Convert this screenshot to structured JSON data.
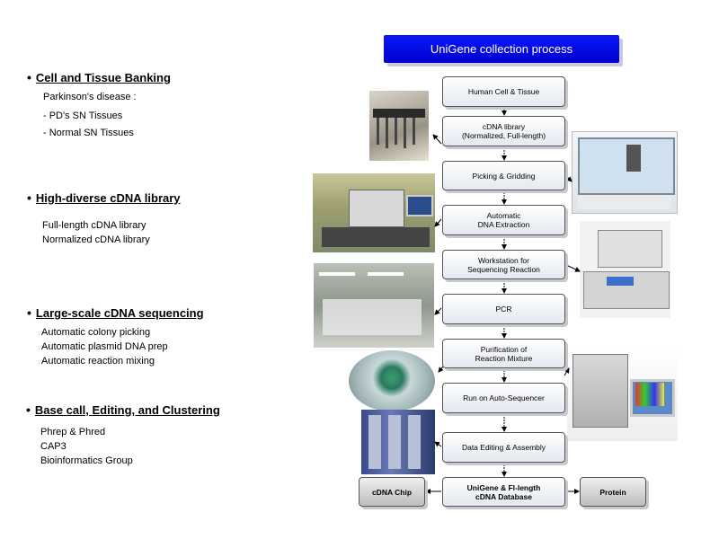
{
  "title": "UniGene collection process",
  "sections": [
    {
      "heading": "Cell and Tissue Banking",
      "items": [
        "Parkinson's disease :",
        "- PD's SN Tissues",
        "- Normal SN Tissues"
      ]
    },
    {
      "heading": "High-diverse cDNA library",
      "items": [
        "Full-length cDNA library",
        "Normalized cDNA library"
      ]
    },
    {
      "heading": "Large-scale cDNA sequencing",
      "items": [
        "Automatic colony picking",
        "Automatic plasmid DNA prep",
        "Automatic reaction mixing"
      ]
    },
    {
      "heading": "Base call, Editing, and Clustering",
      "items": [
        "Phrep & Phred",
        "CAP3",
        "Bioinformatics Group"
      ]
    }
  ],
  "flow": {
    "step1": "Human Cell & Tissue",
    "step2a": "cDNA library",
    "step2b": "(Normalized, Full-length)",
    "step3": "Picking & Gridding",
    "step4a": "Automatic",
    "step4b": "DNA Extraction",
    "step5a": "Workstation for",
    "step5b": "Sequencing Reaction",
    "step6": "PCR",
    "step7a": "Purification of",
    "step7b": "Reaction Mixture",
    "step8": "Run on Auto-Sequencer",
    "step9": "Data Editing & Assembly",
    "step10a": "UniGene & Fl-length",
    "step10b": "cDNA Database",
    "left_out": "cDNA Chip",
    "right_out": "Protein"
  },
  "photos": [
    "pipette-tips-photo",
    "robot-workstation-photo",
    "lab-instrument-photo",
    "liquid-handler-photo",
    "lab-room-photo",
    "centrifuge-photo",
    "sequencer-photo",
    "server-rack-photo"
  ]
}
